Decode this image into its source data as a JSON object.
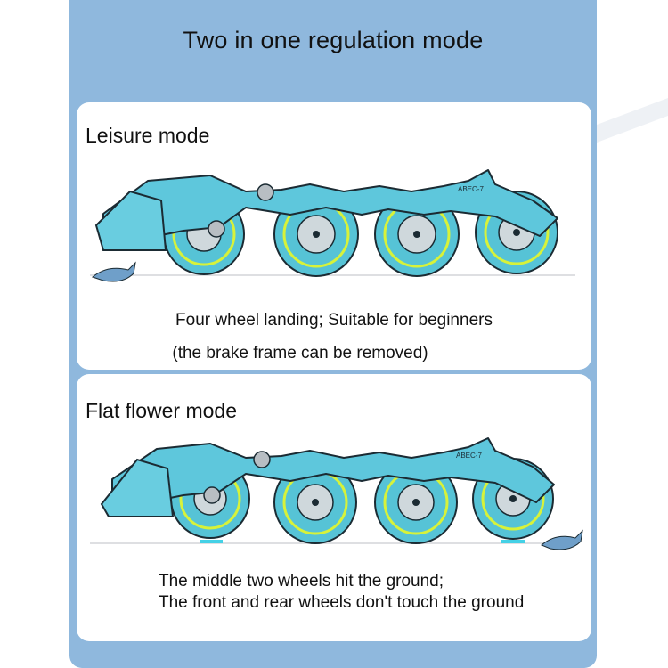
{
  "title": "Two in one regulation mode",
  "colors": {
    "panel": "#8fb8dd",
    "frame": "#5ec7dc",
    "wheel": "#56c3d6",
    "accent": "#d7f23a",
    "ground_pad": "#44d1e6"
  },
  "leisure": {
    "label": "Leisure mode",
    "caption_line1": "Four wheel landing; Suitable for beginners",
    "caption_line2": "(the brake frame can be removed)",
    "frame_text": "ABEC-7"
  },
  "flat": {
    "label": "Flat flower mode",
    "caption_line1": "The middle two wheels hit the ground;",
    "caption_line2": "The front and rear wheels don't touch the ground",
    "frame_text": "ABEC-7"
  }
}
